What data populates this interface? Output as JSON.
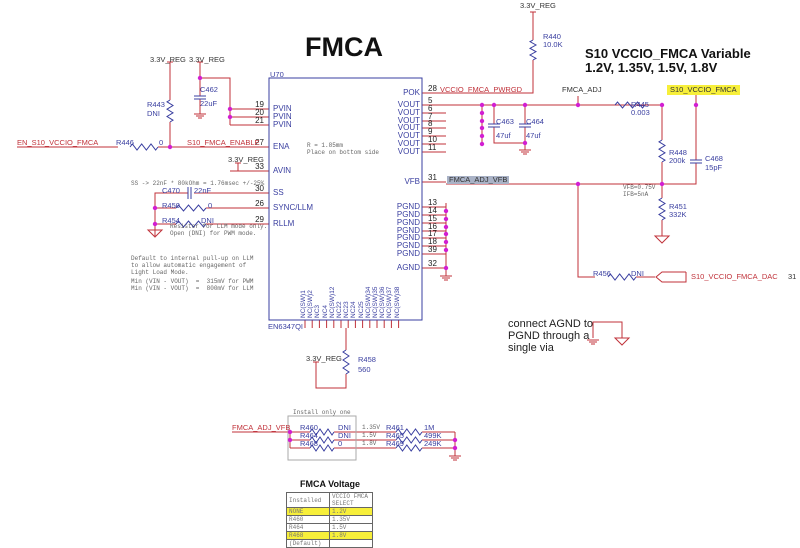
{
  "title": "FMCA",
  "subtitle": {
    "line1": "S10 VCCIO_FMCA Variable",
    "line2": "1.2V, 1.35V, 1.5V, 1.8V"
  },
  "colors": {
    "wire": "#c0323a",
    "junction": "#d21fd2",
    "component": "#3a3fa0",
    "highlight": "#f7ef3a"
  },
  "ic": {
    "ref": "U70",
    "part": "EN6347QI",
    "note": "R = 1.85mm\nPlace on bottom side",
    "left_pins": [
      {
        "num": "19",
        "name": "PVIN"
      },
      {
        "num": "20",
        "name": "PVIN"
      },
      {
        "num": "21",
        "name": "PVIN"
      },
      {
        "num": "27",
        "name": "ENA"
      },
      {
        "num": "33",
        "name": "AVIN"
      },
      {
        "num": "30",
        "name": "SS"
      },
      {
        "num": "26",
        "name": "SYNC/LLM"
      },
      {
        "num": "29",
        "name": "RLLM"
      }
    ],
    "right_pins": [
      {
        "num": "28",
        "name": "POK"
      },
      {
        "num": "5",
        "name": "VOUT"
      },
      {
        "num": "6",
        "name": "VOUT"
      },
      {
        "num": "7",
        "name": "VOUT"
      },
      {
        "num": "8",
        "name": "VOUT"
      },
      {
        "num": "9",
        "name": "VOUT"
      },
      {
        "num": "10",
        "name": "VOUT"
      },
      {
        "num": "11",
        "name": "VOUT"
      },
      {
        "num": "31",
        "name": "VFB"
      },
      {
        "num": "13",
        "name": "PGND"
      },
      {
        "num": "14",
        "name": "PGND"
      },
      {
        "num": "15",
        "name": "PGND"
      },
      {
        "num": "16",
        "name": "PGND"
      },
      {
        "num": "17",
        "name": "PGND"
      },
      {
        "num": "18",
        "name": "PGND"
      },
      {
        "num": "39",
        "name": "PGND"
      },
      {
        "num": "32",
        "name": "AGND"
      }
    ],
    "bottom_pins": [
      "NC(SW)1",
      "NC(SW)2",
      "NC3",
      "NC4",
      "NC(SW)12",
      "NC22",
      "NC23",
      "NC24",
      "NC25",
      "NC(SW)34",
      "NC(SW)35",
      "NC(SW)36",
      "NC(SW)37",
      "NC(SW)38"
    ]
  },
  "nets": {
    "en_in": "EN_S10_VCCIO_FMCA",
    "enable": "S10_FMCA_ENABLE",
    "pwrgd": "VCCIO_FMCA_PWRGD",
    "adj": "FMCA_ADJ",
    "adj_vfb": "FMCA_ADJ_VFB",
    "out": "S10_VCCIO_FMCA",
    "dac": "S10_VCCIO_FMCA_DAC",
    "dac_page": "31",
    "rail": "3.3V_REG"
  },
  "components": {
    "R443": {
      "ref": "R443",
      "value": "DNI"
    },
    "R446": {
      "ref": "R446",
      "value": "0"
    },
    "C462": {
      "ref": "C462",
      "value": "22uF"
    },
    "R440": {
      "ref": "R440",
      "value": "10.0K"
    },
    "C463": {
      "ref": "C463",
      "value": "47uf"
    },
    "C464": {
      "ref": "C464",
      "value": "47uf"
    },
    "R445": {
      "ref": "R445",
      "value": "0.003"
    },
    "R448": {
      "ref": "R448",
      "value": "200k"
    },
    "C468": {
      "ref": "C468",
      "value": "15pF"
    },
    "R451": {
      "ref": "R451",
      "value": "332K"
    },
    "R456": {
      "ref": "R456",
      "value": "DNI"
    },
    "C470": {
      "ref": "C470",
      "value": "22nF"
    },
    "R450": {
      "ref": "R450",
      "value": "0"
    },
    "R454": {
      "ref": "R454",
      "value": "DNI"
    },
    "R458": {
      "ref": "R458",
      "value": "560"
    },
    "R460": {
      "ref": "R460",
      "value": "DNI"
    },
    "R464": {
      "ref": "R464",
      "value": "DNI"
    },
    "R468": {
      "ref": "R468",
      "value": "0"
    },
    "R461": {
      "ref": "R461",
      "value": "1M"
    },
    "R465": {
      "ref": "R465",
      "value": "499K"
    },
    "R469": {
      "ref": "R469",
      "value": "249K"
    }
  },
  "notes": {
    "ss": "SS -> 22nF * 80kOhm = 1.76msec +/-25%",
    "rllm": "Resistor for LLM mode only.\nOpen (DNI) for PWM mode.",
    "llm": "Default to internal pull-up on LLM\nto allow automatic engagement of\nLight Load Mode.",
    "minv": "Min (VIN - VOUT)  =  315mV for PWM\nMin (VIN - VOUT)  =  800mV for LLM",
    "vfb": "VFB=0.75V\nIFB=5nA",
    "install": "Install only one",
    "v135": "1.35V",
    "v15": "1.5V",
    "v18": "1.8V",
    "agnd": "connect AGND to\nPGND through a\nsingle via"
  },
  "voltage_table": {
    "title": "FMCA  Voltage",
    "headers": [
      "Installed",
      "VCCIO FMCA SELECT"
    ],
    "rows": [
      {
        "installed": "NONE",
        "select": "1.2V",
        "highlighted": true
      },
      {
        "installed": "R460",
        "select": "1.35V",
        "highlighted": false
      },
      {
        "installed": "R464",
        "select": "1.5V",
        "highlighted": false
      },
      {
        "installed": "R468",
        "select": "1.8V",
        "highlighted": true
      },
      {
        "installed": "(Default)",
        "select": "",
        "highlighted": false
      }
    ]
  }
}
